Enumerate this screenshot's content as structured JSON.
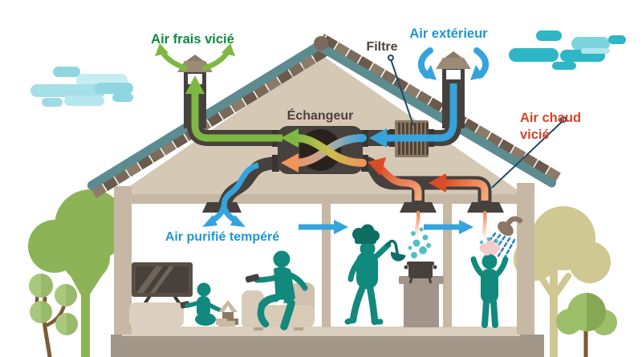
{
  "diagram": {
    "type": "home-heat-recovery-ventilation-schematic",
    "labels": {
      "air_frais_vicie": "Air frais vicié",
      "filtre": "Filtre",
      "air_exterieur": "Air extérieur",
      "echangeur": "Échangeur",
      "air_chaud_line1": "Air chaud",
      "air_chaud_line2": "vicié",
      "air_purifie_tempere": "Air purifié tempéré"
    },
    "label_colors": {
      "air_frais_vicie": "#0c8c3c",
      "filtre": "#4b423d",
      "air_exterieur": "#1e96d4",
      "echangeur": "#4b423d",
      "air_chaud_vicie": "#d5452a",
      "air_purifie_tempere": "#1e96d4"
    },
    "flow_colors": {
      "exhaust_stale_air_out": "#7eb843",
      "outdoor_air_in": "#35a3dc",
      "warm_stale_air": "#da4b27",
      "tempered_purified_air": "#35a3dc"
    },
    "icons": [
      "cloud-icon",
      "tree-icon",
      "roof-icon",
      "chimney-exhaust-icon",
      "chimney-intake-icon",
      "heat-exchanger-icon",
      "air-filter-icon",
      "ceiling-vent-icon",
      "tv-icon",
      "tv-stand-icon",
      "armchair-icon",
      "person-sitting-icon",
      "child-playing-icon",
      "toy-blocks-icon",
      "chef-cooking-icon",
      "cooking-pot-icon",
      "steam-icon",
      "shower-head-icon",
      "person-shower-icon"
    ]
  }
}
